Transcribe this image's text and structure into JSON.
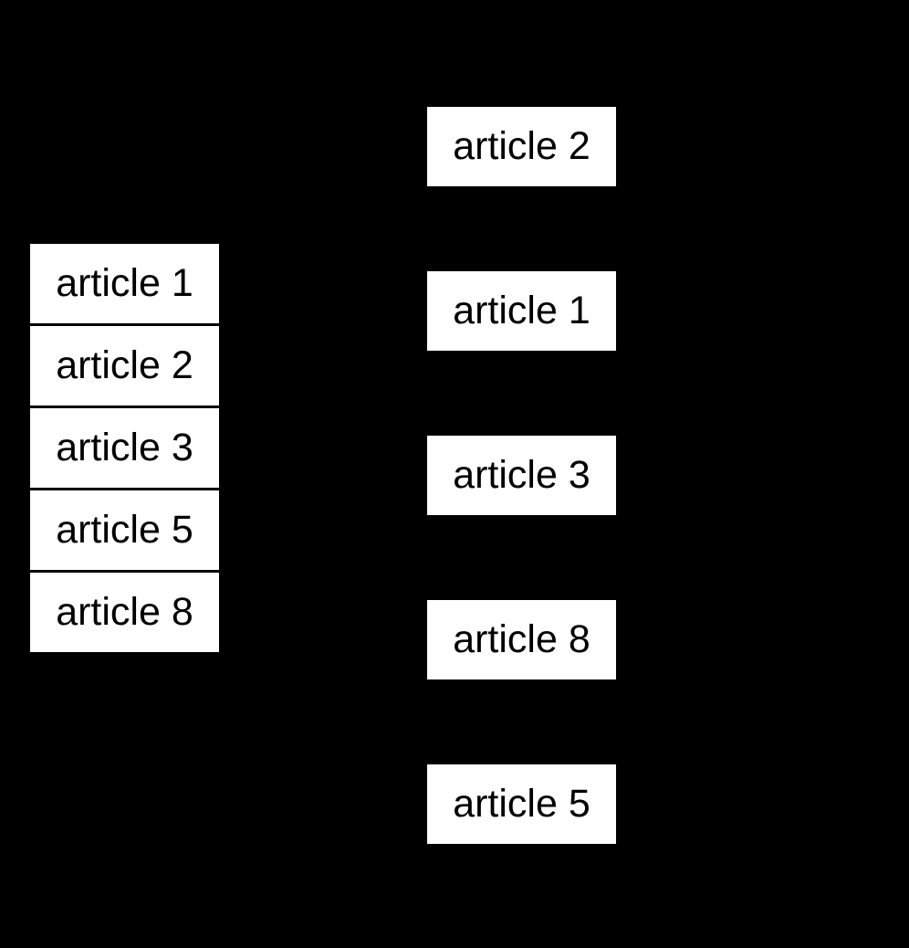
{
  "colors": {
    "background": "#000000",
    "box_fill": "#ffffff",
    "box_text": "#000000",
    "separator": "#000000"
  },
  "left_list": {
    "items": [
      "article 1",
      "article 2",
      "article 3",
      "article 5",
      "article 8"
    ]
  },
  "right_list": {
    "items": [
      "article 2",
      "article 1",
      "article 3",
      "article 8",
      "article 5"
    ]
  }
}
